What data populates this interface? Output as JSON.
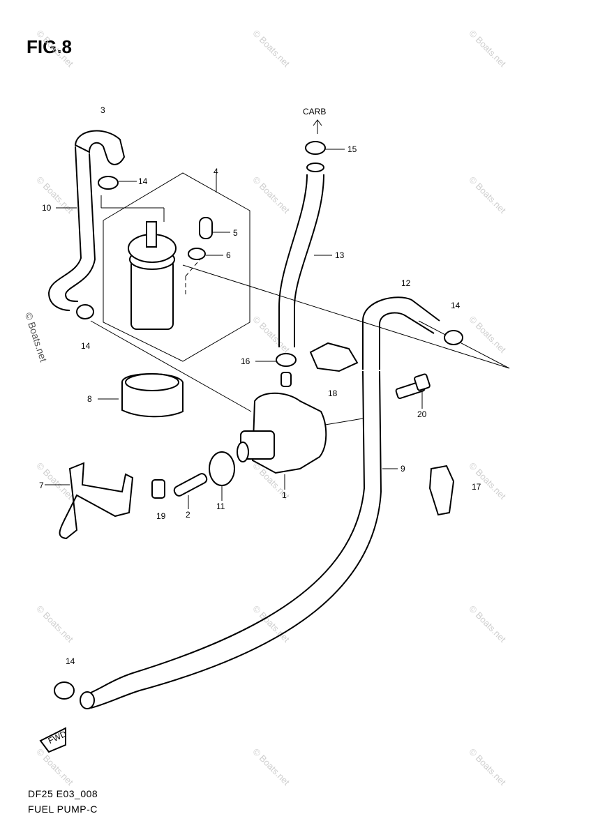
{
  "figure_title": "FIG.8",
  "footer": {
    "code": "DF25 E03_008",
    "name": "FUEL PUMP-C"
  },
  "watermark": "© Boats.net",
  "callouts": [
    {
      "id": "c1",
      "text": "1"
    },
    {
      "id": "c2",
      "text": "2"
    },
    {
      "id": "c3",
      "text": "3"
    },
    {
      "id": "c4",
      "text": "4"
    },
    {
      "id": "c5",
      "text": "5"
    },
    {
      "id": "c6",
      "text": "6"
    },
    {
      "id": "c7",
      "text": "7"
    },
    {
      "id": "c8",
      "text": "8"
    },
    {
      "id": "c9",
      "text": "9"
    },
    {
      "id": "c10",
      "text": "10"
    },
    {
      "id": "c11",
      "text": "11"
    },
    {
      "id": "c12",
      "text": "12"
    },
    {
      "id": "c13",
      "text": "13"
    },
    {
      "id": "c14a",
      "text": "14"
    },
    {
      "id": "c14b",
      "text": "14"
    },
    {
      "id": "c14c",
      "text": "14"
    },
    {
      "id": "c14d",
      "text": "14"
    },
    {
      "id": "c15",
      "text": "15"
    },
    {
      "id": "c16",
      "text": "16"
    },
    {
      "id": "c17",
      "text": "17"
    },
    {
      "id": "c18",
      "text": "18"
    },
    {
      "id": "c19",
      "text": "19"
    },
    {
      "id": "c20",
      "text": "20"
    },
    {
      "id": "carb",
      "text": "CARB"
    },
    {
      "id": "fwd",
      "text": "FWD"
    }
  ]
}
